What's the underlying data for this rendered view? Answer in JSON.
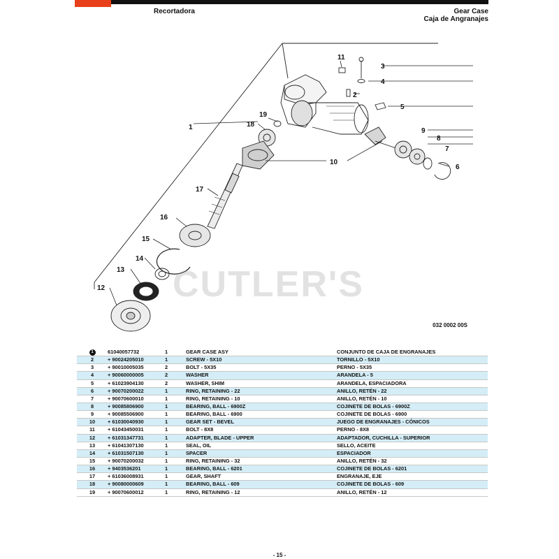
{
  "header": {
    "section_left": "Recortadora",
    "title_en": "Gear Case",
    "title_es": "Caja de Angranajes"
  },
  "diagram": {
    "callouts": [
      "1",
      "2",
      "3",
      "4",
      "5",
      "6",
      "7",
      "8",
      "9",
      "10",
      "11",
      "12",
      "13",
      "14",
      "15",
      "16",
      "17",
      "18",
      "19"
    ],
    "watermark": "CUTLER'S",
    "figure_code": "032 0002 00S"
  },
  "parts": [
    {
      "ref": "1",
      "part": "61040057732",
      "qty": "1",
      "en": "GEAR CASE ASY",
      "es": "CONJUNTO DE CAJA DE ENGRANAJES"
    },
    {
      "ref": "2",
      "part": "+ 90024205010",
      "qty": "1",
      "en": "SCREW - 5X10",
      "es": "TORNILLO - 5X10"
    },
    {
      "ref": "3",
      "part": "+ 90010005035",
      "qty": "2",
      "en": "BOLT - 5X35",
      "es": "PERNO - 5X35"
    },
    {
      "ref": "4",
      "part": "+ 90060000005",
      "qty": "2",
      "en": "WASHER",
      "es": "ARANDELA - 5"
    },
    {
      "ref": "5",
      "part": "+ 61023904130",
      "qty": "2",
      "en": "WASHER, SHIM",
      "es": "ARANDELA, ESPACIADORA"
    },
    {
      "ref": "6",
      "part": "+ 90070200022",
      "qty": "1",
      "en": "RING, RETAINING - 22",
      "es": "ANILLO, RETÉN - 22"
    },
    {
      "ref": "7",
      "part": "+ 90070600010",
      "qty": "1",
      "en": "RING, RETAINING - 10",
      "es": "ANILLO, RETÉN - 10"
    },
    {
      "ref": "8",
      "part": "+ 90085806900",
      "qty": "1",
      "en": "BEARING, BALL - 6900Z",
      "es": "COJINETE DE BOLAS - 6900Z"
    },
    {
      "ref": "9",
      "part": "+ 90085506900",
      "qty": "1",
      "en": "BEARING, BALL - 6900",
      "es": "COJINETE DE BOLAS - 6900"
    },
    {
      "ref": "10",
      "part": "+ 61030040930",
      "qty": "1",
      "en": "GEAR SET - BEVEL",
      "es": "JUEGO DE ENGRANAJES - CÓNICOS"
    },
    {
      "ref": "11",
      "part": "+ 61043450031",
      "qty": "1",
      "en": "BOLT - 8X8",
      "es": "PERNO - 8X8"
    },
    {
      "ref": "12",
      "part": "+ 61031347731",
      "qty": "1",
      "en": "ADAPTER, BLADE - UPPER",
      "es": "ADAPTADOR, CUCHILLA - SUPERIOR"
    },
    {
      "ref": "13",
      "part": "+ 61041307130",
      "qty": "1",
      "en": "SEAL, OIL",
      "es": "SELLO, ACEITE"
    },
    {
      "ref": "14",
      "part": "+ 61031507130",
      "qty": "1",
      "en": "SPACER",
      "es": "ESPACIADOR"
    },
    {
      "ref": "15",
      "part": "+ 90070200032",
      "qty": "1",
      "en": "RING, RETAINING - 32",
      "es": "ANILLO, RETÉN - 32"
    },
    {
      "ref": "16",
      "part": "+ 9403536201",
      "qty": "1",
      "en": "BEARING, BALL - 6201",
      "es": "COJINETE DE BOLAS - 6201"
    },
    {
      "ref": "17",
      "part": "+ 61036008931",
      "qty": "1",
      "en": "GEAR, SHAFT",
      "es": "ENGRANAJE, EJE"
    },
    {
      "ref": "18",
      "part": "+ 90080000609",
      "qty": "1",
      "en": "BEARING, BALL - 609",
      "es": "COJINETE DE BOLAS - 609"
    },
    {
      "ref": "19",
      "part": "+ 90070600012",
      "qty": "1",
      "en": "RING, RETAINING - 12",
      "es": "ANILLO, RETÉN - 12"
    }
  ],
  "footer": {
    "page_number": "- 15 -"
  },
  "colors": {
    "brand_orange": "#e8401a",
    "row_shade": "#d4edf6"
  }
}
